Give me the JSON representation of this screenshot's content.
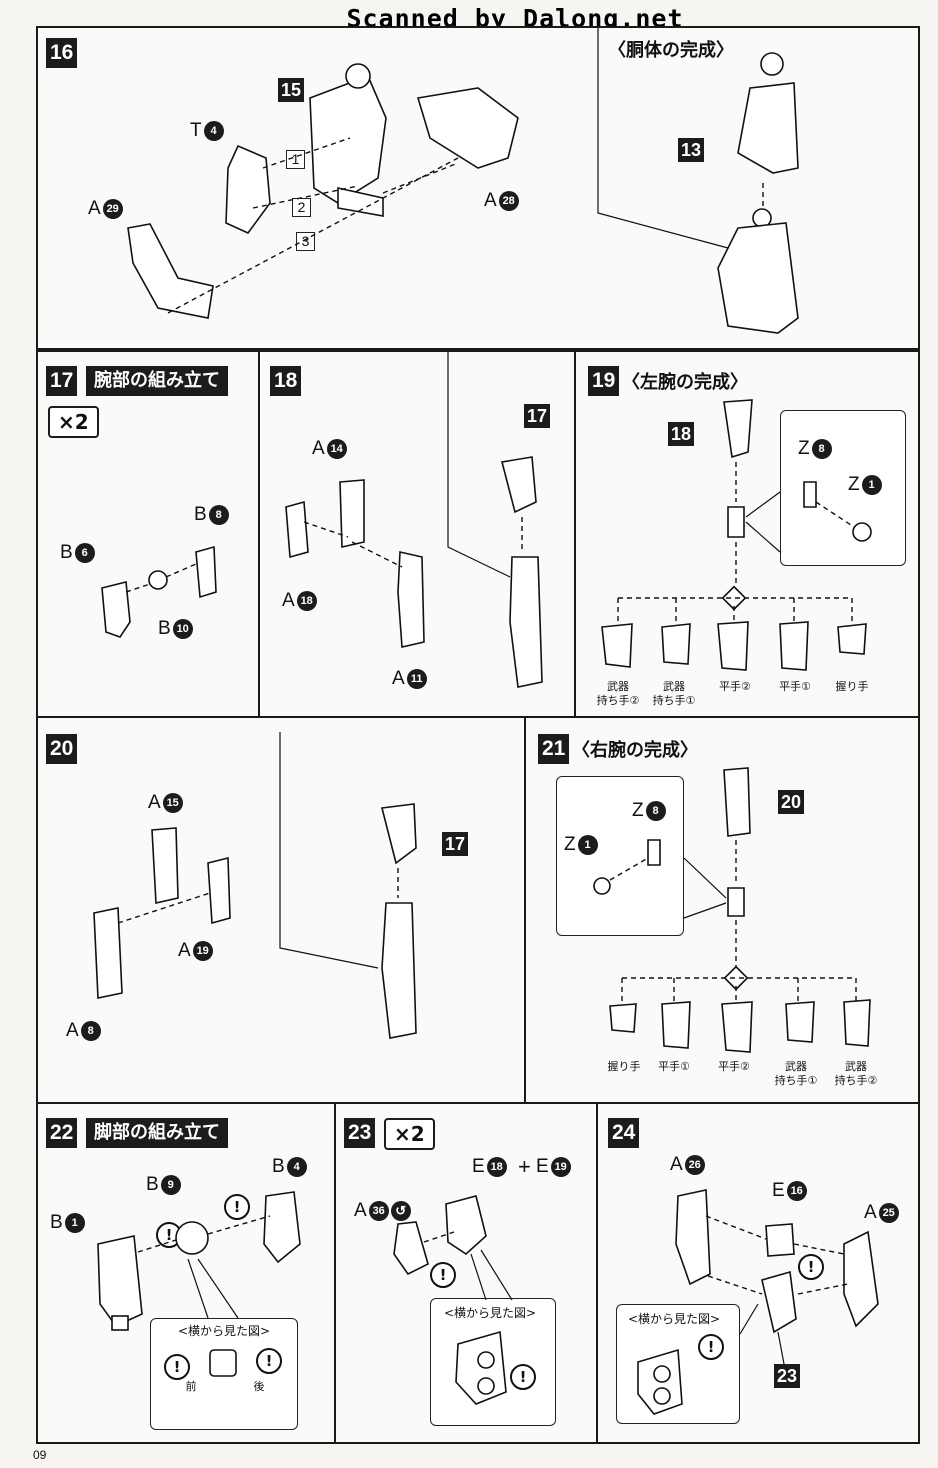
{
  "watermark": "Scanned by Dalong.net",
  "page_number": "09",
  "steps": {
    "s16": {
      "num": "16",
      "subtitle": "〈胴体の完成〉",
      "labels": [
        {
          "letter": "T",
          "num": "4"
        },
        {
          "letter": "A",
          "num": "29"
        },
        {
          "letter": "A",
          "num": "28"
        }
      ],
      "part_num": "15",
      "sub_part": "13",
      "seq": [
        "1",
        "2",
        "3"
      ]
    },
    "s17": {
      "num": "17",
      "title": "腕部の組み立て",
      "times": "×2",
      "labels": [
        {
          "letter": "B",
          "num": "8"
        },
        {
          "letter": "B",
          "num": "6"
        },
        {
          "letter": "B",
          "num": "10"
        }
      ]
    },
    "s18": {
      "num": "18",
      "labels": [
        {
          "letter": "A",
          "num": "14"
        },
        {
          "letter": "A",
          "num": "18"
        },
        {
          "letter": "A",
          "num": "11"
        }
      ],
      "part_num": "17"
    },
    "s19": {
      "num": "19",
      "subtitle": "〈左腕の完成〉",
      "part_num": "18",
      "labels": [
        {
          "letter": "Z",
          "num": "8"
        },
        {
          "letter": "Z",
          "num": "1"
        }
      ],
      "hands": [
        "武器\n持ち手②",
        "武器\n持ち手①",
        "平手②",
        "平手①",
        "握り手"
      ]
    },
    "s20": {
      "num": "20",
      "labels": [
        {
          "letter": "A",
          "num": "15"
        },
        {
          "letter": "A",
          "num": "19"
        },
        {
          "letter": "A",
          "num": "8"
        }
      ],
      "part_num": "17"
    },
    "s21": {
      "num": "21",
      "subtitle": "〈右腕の完成〉",
      "part_num": "20",
      "labels": [
        {
          "letter": "Z",
          "num": "8"
        },
        {
          "letter": "Z",
          "num": "1"
        }
      ],
      "hands": [
        "握り手",
        "平手①",
        "平手②",
        "武器\n持ち手①",
        "武器\n持ち手②"
      ]
    },
    "s22": {
      "num": "22",
      "title": "脚部の組み立て",
      "labels": [
        {
          "letter": "B",
          "num": "9"
        },
        {
          "letter": "B",
          "num": "4"
        },
        {
          "letter": "B",
          "num": "1"
        }
      ],
      "inset_title": "<横から見た図>",
      "front": "前",
      "back": "後"
    },
    "s23": {
      "num": "23",
      "times": "×2",
      "labels": [
        {
          "letter": "E",
          "num": "18"
        },
        {
          "letter": "E",
          "num": "19"
        },
        {
          "letter": "A",
          "num": "36"
        }
      ],
      "plus": "+",
      "inset_title": "<横から見た図>"
    },
    "s24": {
      "num": "24",
      "labels": [
        {
          "letter": "A",
          "num": "26"
        },
        {
          "letter": "E",
          "num": "16"
        },
        {
          "letter": "A",
          "num": "25"
        }
      ],
      "part_num": "23",
      "inset_title": "<横から見た図>"
    }
  },
  "warn_mark": "!"
}
